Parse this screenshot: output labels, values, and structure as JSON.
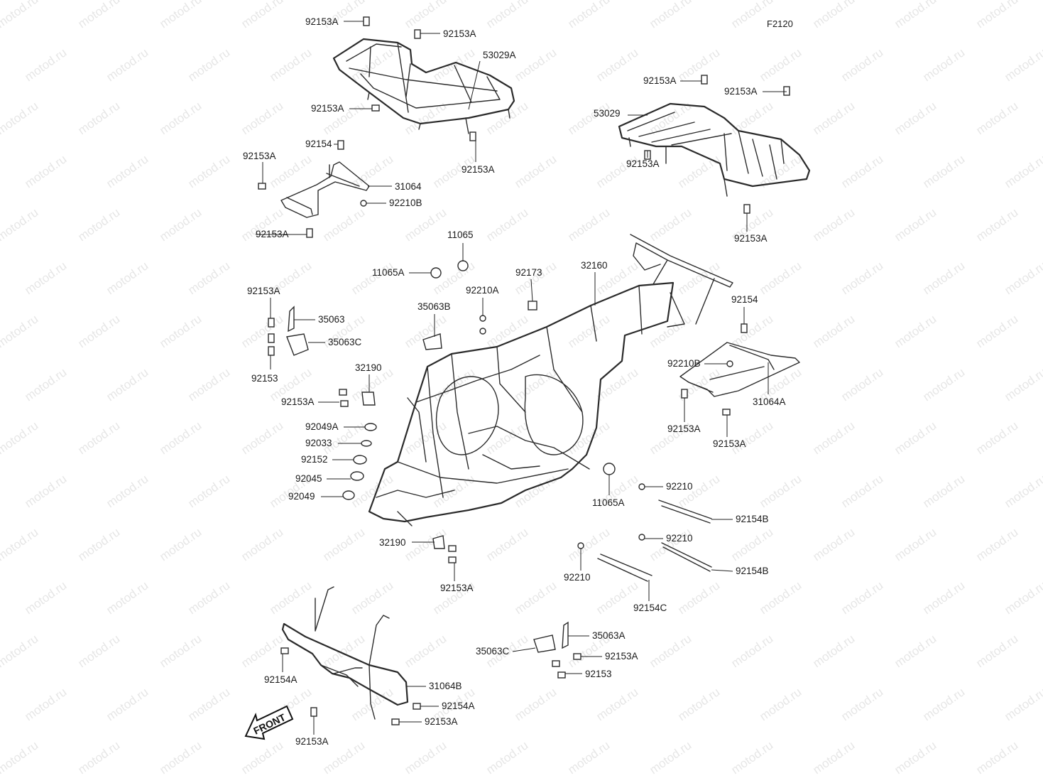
{
  "figure_code": "F2120",
  "watermark": "motod.ru",
  "front_arrow_label": "FRONT",
  "callouts": [
    {
      "id": "92153A"
    },
    {
      "id": "92153A"
    },
    {
      "id": "53029A"
    },
    {
      "id": "92153A"
    },
    {
      "id": "92154"
    },
    {
      "id": "92153A"
    },
    {
      "id": "31064"
    },
    {
      "id": "92153A"
    },
    {
      "id": "92210B"
    },
    {
      "id": "92153A"
    },
    {
      "id": "92153A"
    },
    {
      "id": "92153A"
    },
    {
      "id": "53029"
    },
    {
      "id": "92153A"
    },
    {
      "id": "92153A"
    },
    {
      "id": "11065"
    },
    {
      "id": "11065A"
    },
    {
      "id": "92173"
    },
    {
      "id": "32160"
    },
    {
      "id": "92210A"
    },
    {
      "id": "92153A"
    },
    {
      "id": "35063"
    },
    {
      "id": "35063B"
    },
    {
      "id": "35063C"
    },
    {
      "id": "92153"
    },
    {
      "id": "32190"
    },
    {
      "id": "92153A"
    },
    {
      "id": "92049A"
    },
    {
      "id": "92033"
    },
    {
      "id": "92152"
    },
    {
      "id": "92045"
    },
    {
      "id": "92049"
    },
    {
      "id": "92154"
    },
    {
      "id": "92210B"
    },
    {
      "id": "31064A"
    },
    {
      "id": "92153A"
    },
    {
      "id": "92153A"
    },
    {
      "id": "11065A"
    },
    {
      "id": "92210"
    },
    {
      "id": "92154B"
    },
    {
      "id": "92210"
    },
    {
      "id": "92154B"
    },
    {
      "id": "92210"
    },
    {
      "id": "92154C"
    },
    {
      "id": "32190"
    },
    {
      "id": "92153A"
    },
    {
      "id": "35063A"
    },
    {
      "id": "35063C"
    },
    {
      "id": "92153A"
    },
    {
      "id": "92153"
    },
    {
      "id": "92154A"
    },
    {
      "id": "31064B"
    },
    {
      "id": "92154A"
    },
    {
      "id": "92153A"
    },
    {
      "id": "92153A"
    }
  ]
}
